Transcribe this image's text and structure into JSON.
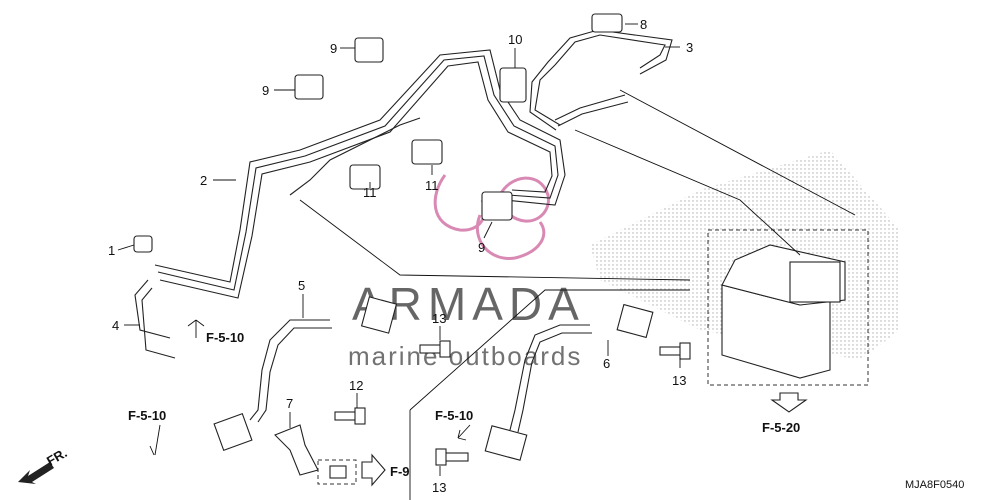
{
  "callouts": {
    "c1": "1",
    "c2": "2",
    "c3": "3",
    "c4": "4",
    "c5": "5",
    "c6": "6",
    "c7": "7",
    "c8": "8",
    "c9a": "9",
    "c9b": "9",
    "c9c": "9",
    "c10": "10",
    "c11a": "11",
    "c11b": "11",
    "c12": "12",
    "c13a": "13",
    "c13b": "13",
    "c13c": "13"
  },
  "refs": {
    "r1": "F-5-10",
    "r2": "F-5-10",
    "r3": "F-5-10",
    "r4": "F-5-20",
    "r5": "F-9",
    "fr": "FR."
  },
  "diagram_code": "MJA8F0540",
  "watermark": {
    "brand": "ARMADA",
    "tagline": "marine outboards"
  },
  "colors": {
    "watermark_logo": "#d98ab4",
    "line": "#222222"
  }
}
